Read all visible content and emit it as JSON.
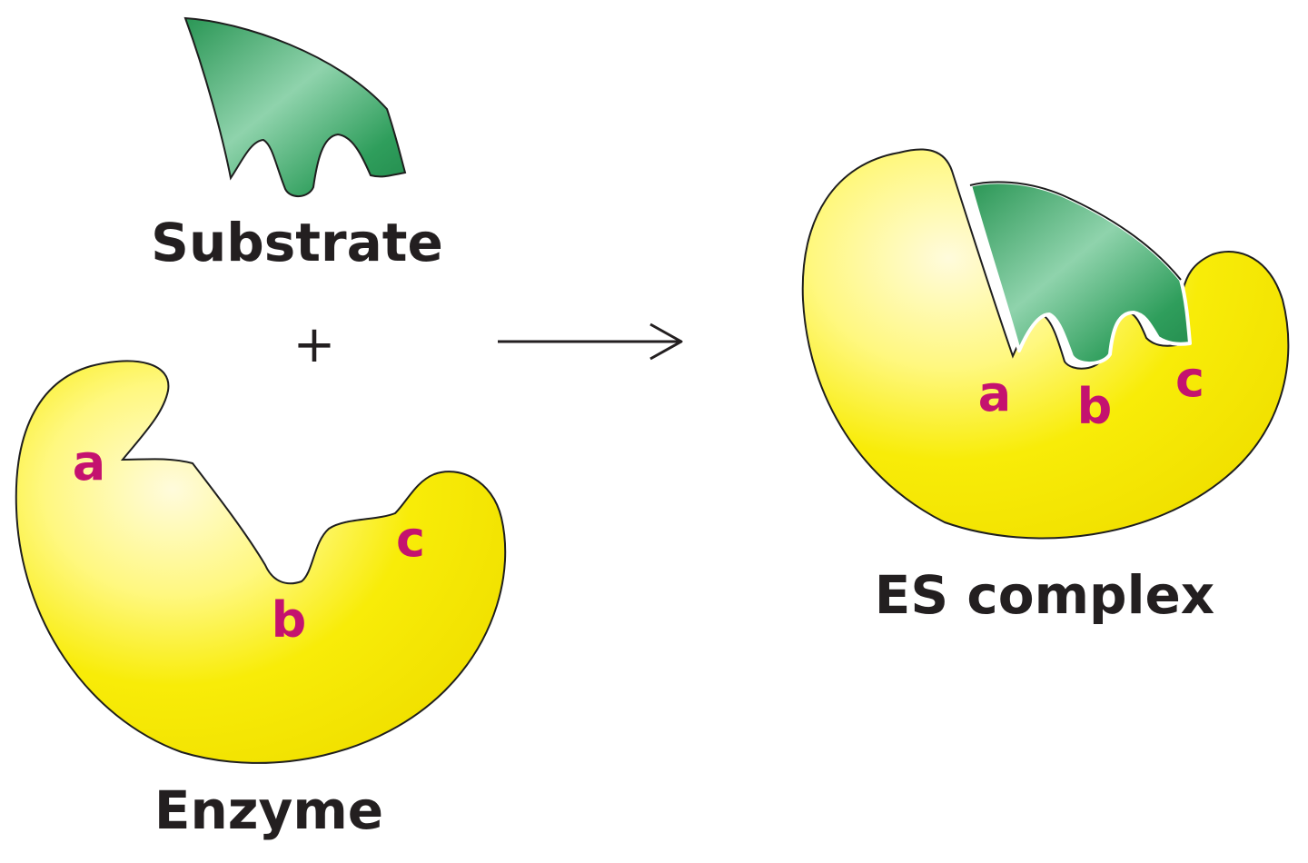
{
  "labels": {
    "substrate": "Substrate",
    "plus": "+",
    "enzyme": "Enzyme",
    "es_complex": "ES complex"
  },
  "sites": {
    "enzyme": [
      "a",
      "b",
      "c"
    ],
    "es_complex": [
      "a",
      "b",
      "c"
    ]
  },
  "colors": {
    "enzyme_fill": "#f7ea00",
    "enzyme_highlight": "#fffbd8",
    "substrate_fill": "#2e9e5b",
    "substrate_highlight": "#bfe8cf",
    "site_label": "#c4126f",
    "caption": "#231f20",
    "outline": "#1e1e1e"
  }
}
